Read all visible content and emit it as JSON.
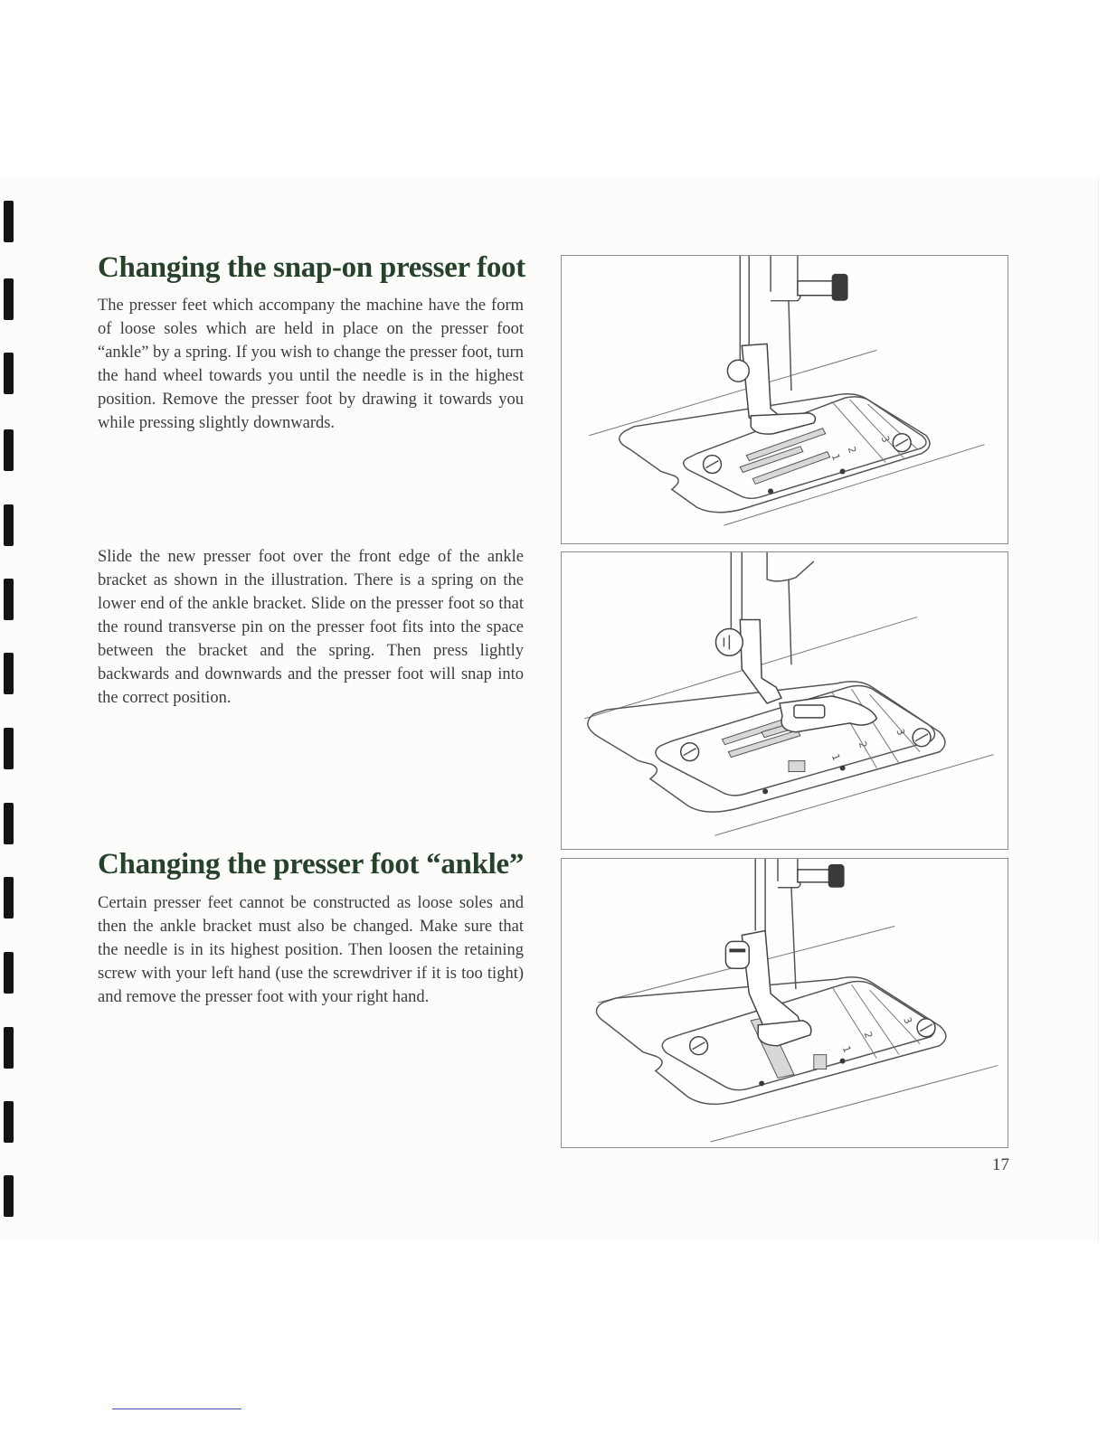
{
  "sections": [
    {
      "heading": "Changing the snap-on presser foot",
      "paragraphs": [
        "The presser feet which accompany the machine have the form of loose soles which are held in place on the presser foot “ankle” by a spring. If you wish to change the presser foot, turn the hand wheel to­wards you until the needle is in the highest position. Remove the presser foot by drawing it towards you while pressing slightly downwards.",
        "Slide the new presser foot over the front edge of the ankle bracket as shown in the illustration. There is a spring on the lower end of the ankle bracket. Slide on the presser foot so that the round trans­verse pin on the presser foot fits into the space be­tween the bracket and the spring. Then press lightly backwards and downwards and the presser foot will snap into the correct position."
      ]
    },
    {
      "heading": "Changing the presser foot “ankle”",
      "paragraphs": [
        "Certain presser feet cannot be constructed as loose soles and then the ankle bracket must also be changed. Make sure that the needle is in its highest position. Then loosen the retaining screw with your left hand (use the screwdriver if it is too tight) and remove the presser foot with your right hand."
      ]
    }
  ],
  "illustrations": [
    {
      "plate_marks": [
        "3",
        "2",
        "1"
      ]
    },
    {
      "plate_marks": [
        "3",
        "2",
        "1"
      ]
    },
    {
      "plate_marks": [
        "3",
        "2",
        "1"
      ]
    }
  ],
  "page_number": "17",
  "colors": {
    "heading": "#27412b",
    "body_text": "#3c3c3c",
    "binding_holes": "#141414",
    "frame": "#8e8e8e",
    "footer_rule": "#3f55b5"
  }
}
